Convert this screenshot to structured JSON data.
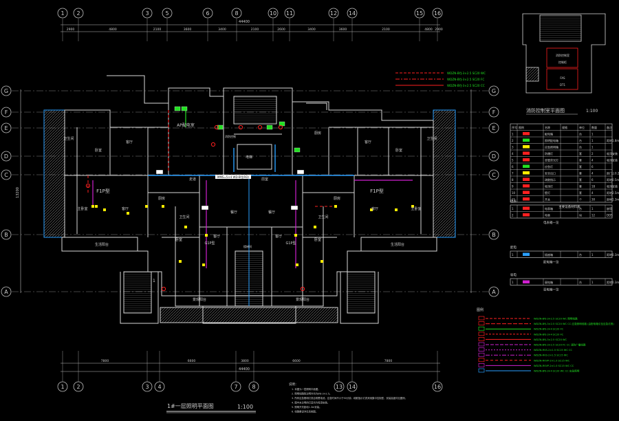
{
  "colors": {
    "background": "#000000",
    "wall": "#d9d9d9",
    "grid": "#bfbfbf",
    "dim": "#bfbfbf",
    "red": "#ff2020",
    "magenta": "#d020d0",
    "blue": "#2aa0ff",
    "green": "#22e022",
    "yellow": "#ffee00",
    "hatch": "#7a7a7a",
    "text": "#d0d0d0",
    "stairs": "#9a9a9a"
  },
  "plan_axes": {
    "top": [
      "1",
      "2",
      "3",
      "5",
      "6",
      "8",
      "10",
      "11",
      "12",
      "14",
      "15",
      "16"
    ],
    "bottom": [
      "1",
      "2",
      "3",
      "4",
      "7",
      "8",
      "13",
      "14",
      "16"
    ],
    "side": [
      "G",
      "F",
      "E",
      "D",
      "C",
      "B",
      "A"
    ]
  },
  "dimensions": {
    "top_total": "44400",
    "bottom_total": "44400",
    "side_total": "13200",
    "top_segments": [
      "2900",
      "4800",
      "2100",
      "3600",
      "3400",
      "2100",
      "2600",
      "3400",
      "3600",
      "2100",
      "4800",
      "2900"
    ],
    "bottom_segments": [
      "7800",
      "6600",
      "3800",
      "6600",
      "7800"
    ]
  },
  "rooms": {
    "ap_room": "AP配电室",
    "f1p_left": "F1P型",
    "f1p_right": "F1P型",
    "g1p_left": "G1P型",
    "g1p_right": "G1P型",
    "bedroom": "卧室",
    "master_bedroom": "主卧室",
    "living": "客厅",
    "dining": "餐厅",
    "kitchen": "厨房",
    "bath": "卫生间",
    "balcony": "生活阳台",
    "view_balcony": "景观阳台",
    "hall": "前室",
    "elevator": "电梯",
    "fire_room": "消防控制",
    "stair": "楼梯间",
    "corridor": "走道",
    "bus_label": "MMS=5×4 WD-BYJ(RD)",
    "room_marker": "1"
  },
  "plan_title": "1#一层照明平面图",
  "plan_scale": "1:100",
  "inset": {
    "title": "消防控制室平面图",
    "scale": "1:100",
    "labels": [
      "消防控制室",
      "控制柜",
      "FAS",
      "DT1"
    ]
  },
  "top_legend": {
    "entries": [
      "WDZN-BYJ-3×2.5 SC20 WC",
      "WDZN-BYJ-3×2.5 SC20 FC",
      "WDZN-BYJ-3×2.5 SC20 CC"
    ]
  },
  "main_legend": {
    "header": [
      "序号",
      "图例",
      "名称",
      "规格",
      "单位",
      "数量",
      "备注"
    ],
    "rows": [
      [
        "1",
        "",
        "配电箱",
        "",
        "台",
        "1",
        ""
      ],
      [
        "2",
        "",
        "照明配电箱",
        "",
        "台",
        "1",
        "距地1.8m"
      ],
      [
        "3",
        "",
        "应急照明箱",
        "",
        "台",
        "1",
        ""
      ],
      [
        "4",
        "",
        "防爆灯",
        "",
        "套",
        "2",
        "吸顶安装"
      ],
      [
        "5",
        "",
        "单管荧光灯",
        "",
        "套",
        "4",
        "吸顶安装"
      ],
      [
        "6",
        "",
        "应急灯",
        "",
        "套",
        "6",
        ""
      ],
      [
        "7",
        "",
        "安全出口",
        "",
        "套",
        "4",
        "距门上0.2m"
      ],
      [
        "8",
        "",
        "疏散指示",
        "",
        "套",
        "6",
        "距地0.5m"
      ],
      [
        "9",
        "",
        "吸顶灯",
        "",
        "套",
        "18",
        "吸顶安装"
      ],
      [
        "10",
        "",
        "壁灯",
        "",
        "套",
        "4",
        "距地2.5m"
      ],
      [
        "11",
        "",
        "开关",
        "",
        "个",
        "30",
        "距地1.3m"
      ]
    ],
    "footer": "主要设备材料表"
  },
  "small_tables": [
    {
      "label": "电表",
      "rows": [
        [
          "1",
          "",
          "电表箱",
          "",
          "台",
          "1",
          "嵌墙"
        ],
        [
          "2",
          "",
          "电表",
          "",
          "块",
          "12",
          "DDS"
        ]
      ],
      "footer": "电表箱一览"
    },
    {
      "label": "配电",
      "rows": [
        [
          "1",
          "",
          "插座箱",
          "",
          "台",
          "1",
          "距地0.3m"
        ]
      ],
      "footer": "配电箱一览"
    },
    {
      "label": "弱电",
      "rows": [
        [
          "1",
          "",
          "弱电箱",
          "",
          "台",
          "1",
          "距地0.3m"
        ]
      ],
      "footer": "弱电箱一览"
    }
  ],
  "line_legend": {
    "title": "图例",
    "entries": [
      "WDZN-BYJ-3×2.5 SC20 WC  照明线路",
      "WDZN-BYJ-3×2.5 SC20 WC CC 应急照明线路 (由配电箱引至应急灯具)",
      "WDZN-BYJ-3×4 SC20 FC",
      "WDZN-BYJ-3×4 SC20 FC",
      "WDZN-BYJ-3×2.5 SC20 WC",
      "WDZN-BYJ-3×2.5 SC20 FC CC 消防广播线路",
      "WDZN-RVS-2×1.5 SC15 WC CC",
      "WDZN-RVS-2×1.5 SC15 WC",
      "WDZN-RVVP-2×1.0 SC15 WC",
      "WDZN-RVVP-2×1.0 SC15 WC CC",
      "WDZN-BYJ-3×4 SC20 WC CC 应急照明"
    ]
  },
  "notes": {
    "title": "说明：",
    "lines": [
      "1. 本图为一层照明平面图。",
      "2. 照明线路除注明外均为BYJ-3×2.5。",
      "3. 所有应急照明灯具自带蓄电池，应急时间不小于90分钟，疏散指示灯具采用集中控制型，安装高度详见图例。",
      "4. 图中未注明的灯具均为吸顶安装。",
      "5. 照明开关距地1.3m安装。",
      "6. 线路敷设详见系统图。"
    ]
  }
}
